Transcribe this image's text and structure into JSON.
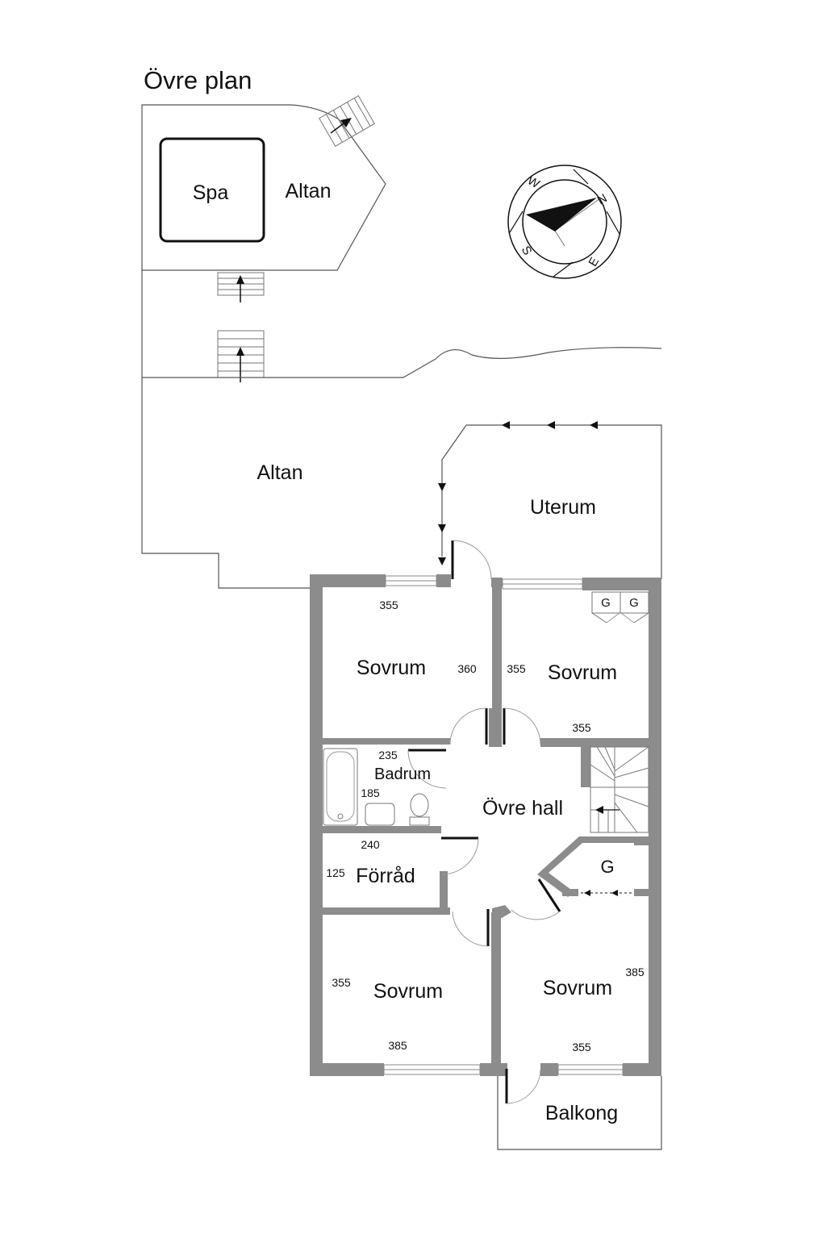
{
  "title": "Övre plan",
  "rooms": {
    "spa": "Spa",
    "altan_upper": "Altan",
    "altan_lower": "Altan",
    "uterum": "Uterum",
    "sovrum_nw": "Sovrum",
    "sovrum_ne": "Sovrum",
    "badrum": "Badrum",
    "ovre_hall": "Övre hall",
    "forrad": "Förråd",
    "g_closet": "G",
    "sovrum_sw": "Sovrum",
    "sovrum_se": "Sovrum",
    "balkong": "Balkong"
  },
  "wardrobes": [
    "G",
    "G"
  ],
  "dimensions": {
    "sovrum_nw_width": "355",
    "sovrum_nw_depth": "360",
    "sovrum_ne_depth": "355",
    "sovrum_ne_width": "355",
    "badrum_width": "235",
    "badrum_depth": "185",
    "forrad_width": "240",
    "forrad_depth": "125",
    "sovrum_sw_depth": "355",
    "sovrum_sw_width": "385",
    "sovrum_se_depth": "385",
    "sovrum_se_width": "355"
  },
  "compass": {
    "n": "N",
    "e": "E",
    "s": "S",
    "w": "W"
  }
}
